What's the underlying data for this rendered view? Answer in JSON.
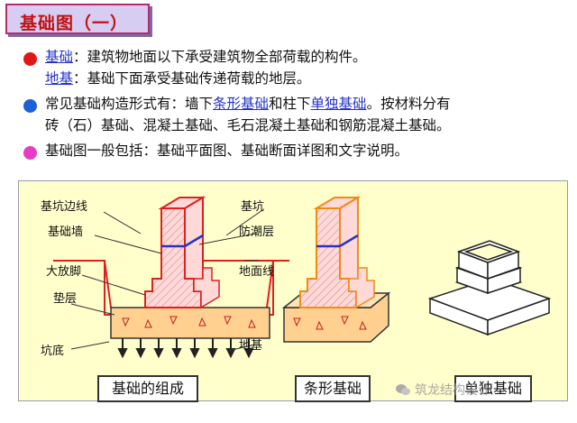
{
  "title": "基础图（一）",
  "colors": {
    "red_bullet": "#e01818",
    "blue_bullet": "#1c5fd8",
    "pink_bullet": "#e83cc4",
    "diagram_bg": "#ffffcc",
    "wall_fill": "#ffd8d8",
    "wall_red": "#e02020",
    "wall_orange": "#f08a18"
  },
  "def1": {
    "term": "基础",
    "text": "：建筑物地面以下承受建筑物全部荷载的构件。"
  },
  "def2": {
    "term": "地基",
    "text": "：基础下面承受基础传递荷载的地层。"
  },
  "common": {
    "pre": "常见基础构造形式有：墙下",
    "link1": "条形基础",
    "mid": "和柱下",
    "link2": "单独基础",
    "post": "。按材料分有",
    "line2": "砖（石）基础、混凝土基础、毛石混凝土基础和钢筋混凝土基础。"
  },
  "general": "基础图一般包括：基础平面图、基础断面详图和文字说明。",
  "labels": {
    "pit_edge": "基坑边线",
    "found_wall": "基础墙",
    "footing": "大放脚",
    "cushion": "垫层",
    "pit_bottom": "坑底",
    "pit": "基坑",
    "dpc": "防潮层",
    "ground_line": "地面线",
    "subgrade": "地基"
  },
  "captions": {
    "c1": "基础的组成",
    "c2": "条形基础",
    "c3": "单独基础"
  },
  "watermark": "筑龙结构设计",
  "icons": {
    "watermark_icon": "wechat-icon"
  }
}
